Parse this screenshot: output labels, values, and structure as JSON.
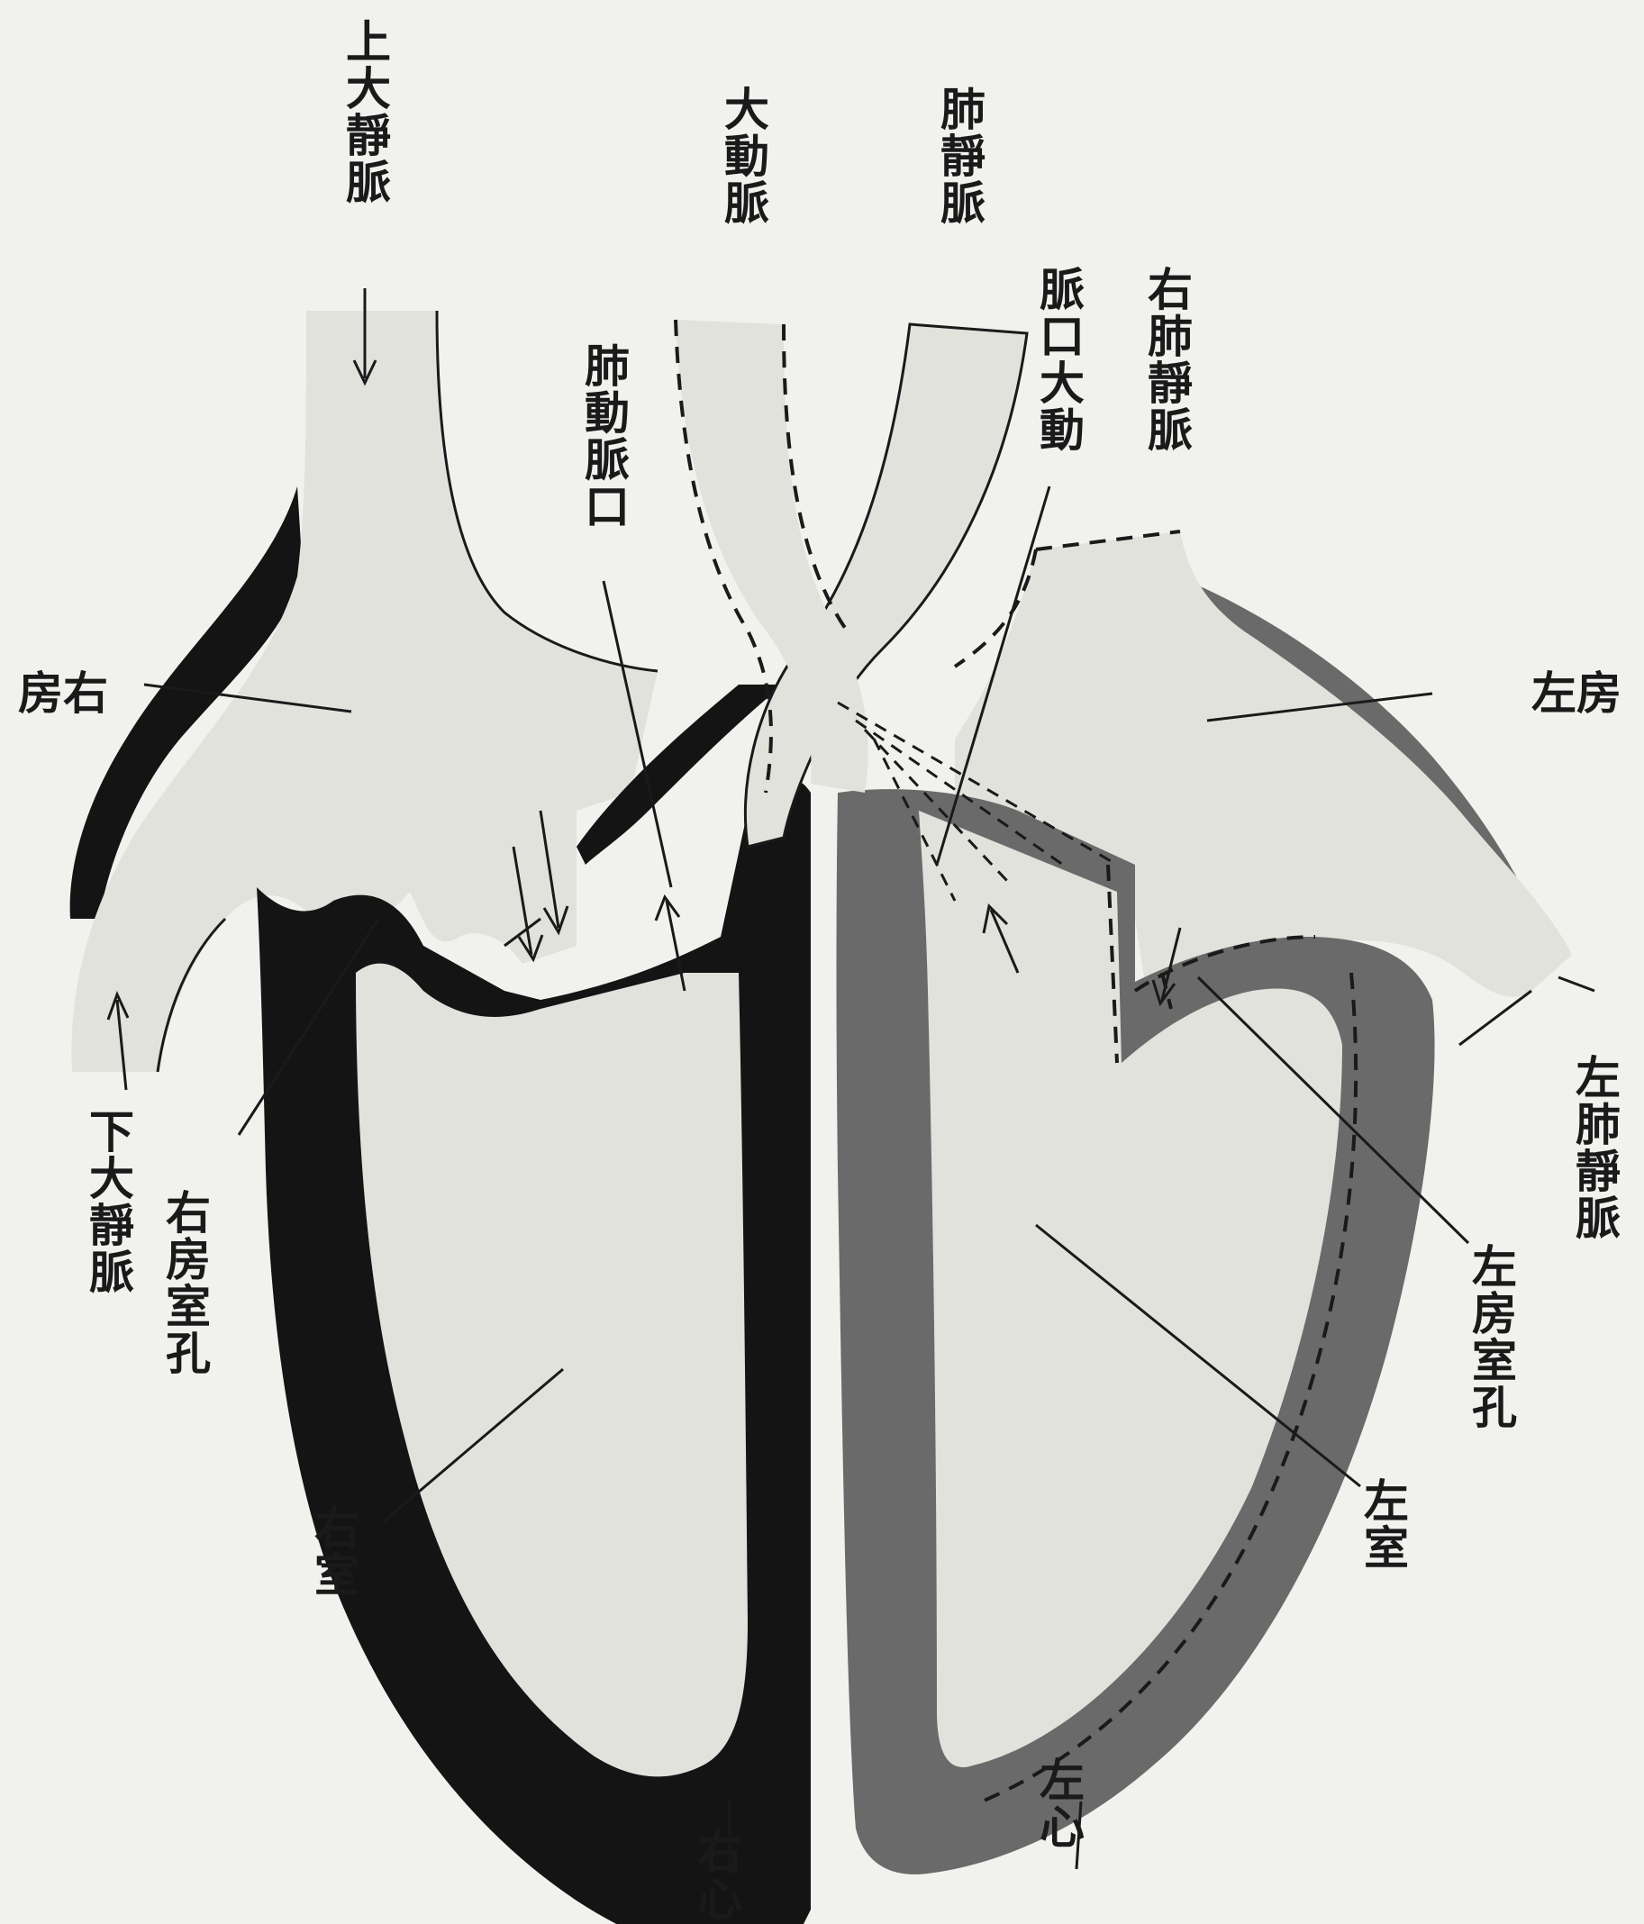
{
  "labels": {
    "superior_vena_cava": "上大靜脈",
    "aorta": "大動脈",
    "pulmonary_vein": "肺靜脈",
    "aortic_orifice": "脈口大動",
    "right_pulmonary_veins": "右肺靜脈",
    "pulmonary_artery_orifice": "肺動脈口",
    "right_atrium": "房右",
    "left_atrium": "左房",
    "inferior_vena_cava": "下大靜脈",
    "right_av_orifice": "右房室孔",
    "left_pulmonary_veins": "左肺靜脈",
    "left_av_orifice": "左房室孔",
    "right_ventricle": "右室",
    "left_ventricle": "左室",
    "right_heart": "右心",
    "left_heart": "左心"
  },
  "colors": {
    "paper": "#f1f1ee",
    "chamber_fill": "#e2e2dc",
    "right_wall": "#141414",
    "left_wall": "#6a6a6a",
    "ink": "#1a1a1a"
  }
}
